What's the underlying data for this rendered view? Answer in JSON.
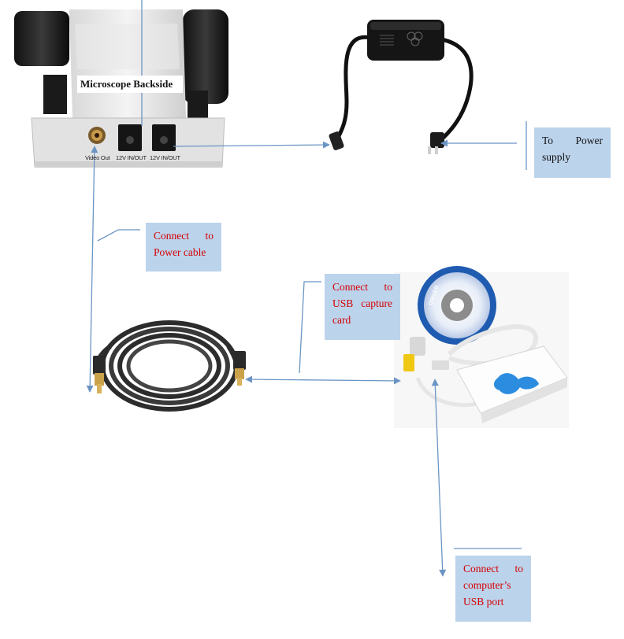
{
  "microscope": {
    "title": "Microscope Backside",
    "ports": {
      "video_out": "Video Out",
      "dc_in_1": "12V IN/OUT",
      "dc_in_2": "12V IN/OUT"
    }
  },
  "callouts": {
    "power_supply": [
      "To",
      "Power",
      "supply"
    ],
    "power_cable": [
      "Connect",
      "to",
      "Power cable"
    ],
    "usb_capture": [
      "Connect",
      "to",
      "USB",
      "capture",
      "card"
    ],
    "computer_usb": [
      "Connect",
      "to",
      "computer’s",
      "USB port"
    ]
  },
  "cd": {
    "label_driver": "DRIVER"
  },
  "colors": {
    "callout_bg": "#bcd3ec",
    "callout_text": "#d40000",
    "arrow": "#6b95c4"
  }
}
